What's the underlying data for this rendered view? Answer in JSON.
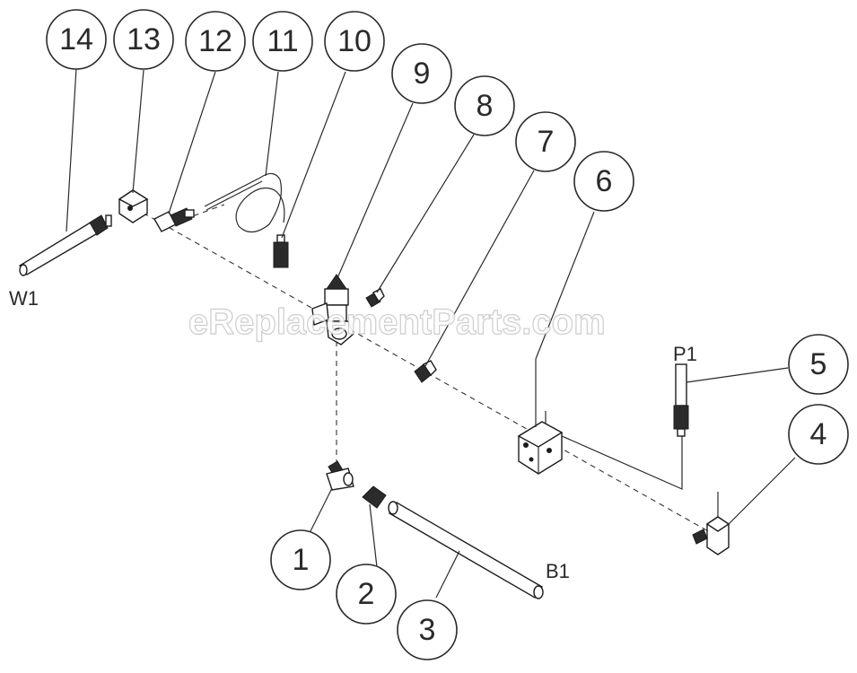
{
  "callouts": [
    "1",
    "2",
    "3",
    "4",
    "5",
    "6",
    "7",
    "8",
    "9",
    "10",
    "11",
    "12",
    "13",
    "14"
  ],
  "port_labels": {
    "w1": "W1",
    "p1": "P1",
    "b1": "B1"
  },
  "watermark": "eReplacementParts.com"
}
